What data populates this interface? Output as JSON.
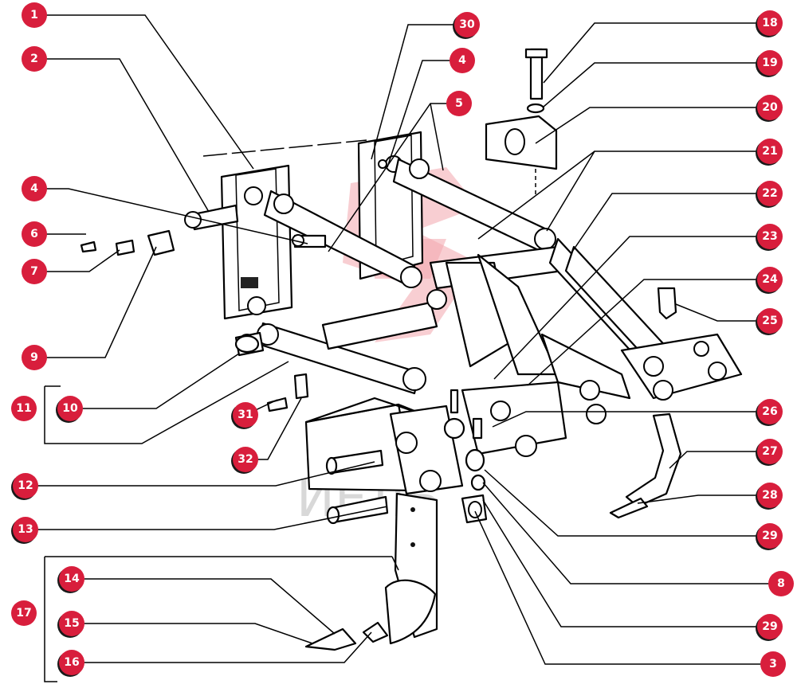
{
  "callouts": {
    "c1": "1",
    "c2": "2",
    "c3": "3",
    "c4a": "4",
    "c4b": "4",
    "c5": "5",
    "c6": "6",
    "c7": "7",
    "c8": "8",
    "c9": "9",
    "c10": "10",
    "c11": "11",
    "c12": "12",
    "c13": "13",
    "c14": "14",
    "c15": "15",
    "c16": "16",
    "c17": "17",
    "c18": "18",
    "c19": "19",
    "c20": "20",
    "c21": "21",
    "c22": "22",
    "c23": "23",
    "c24": "24",
    "c25": "25",
    "c26": "26",
    "c27": "27",
    "c28": "28",
    "c29a": "29",
    "c29b": "29",
    "c30": "30",
    "c31": "31",
    "c32": "32"
  },
  "watermark": {
    "text": "ИЕЛЬ"
  },
  "colors": {
    "badge": "#d81e3c",
    "line": "#000000",
    "watermark": "#f2a6ad"
  }
}
